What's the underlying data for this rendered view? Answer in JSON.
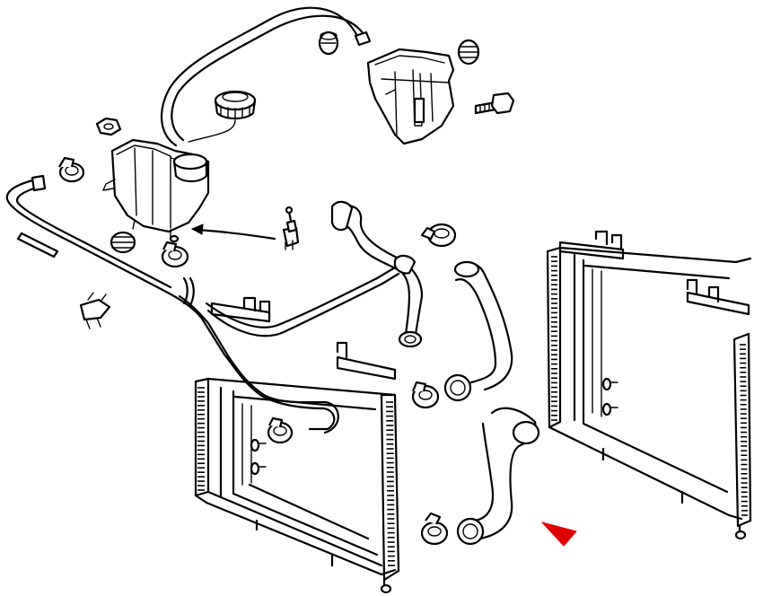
{
  "diagram": {
    "type": "exploded-parts-diagram",
    "line_color": "#000000",
    "background_color": "#ffffff",
    "pointer_color": "#e00000",
    "parts": [
      "expansion-tank",
      "expansion-tank-cap",
      "coolant-level-sensor",
      "reservoir-bracket",
      "vent-hose",
      "bypass-pipe",
      "upper-radiator-hose",
      "lower-radiator-hose",
      "radiator-hose-middle",
      "hose-clamp",
      "radiator-left",
      "radiator-right",
      "rubber-grommet",
      "bolt",
      "nut",
      "pointer-arrow"
    ]
  }
}
